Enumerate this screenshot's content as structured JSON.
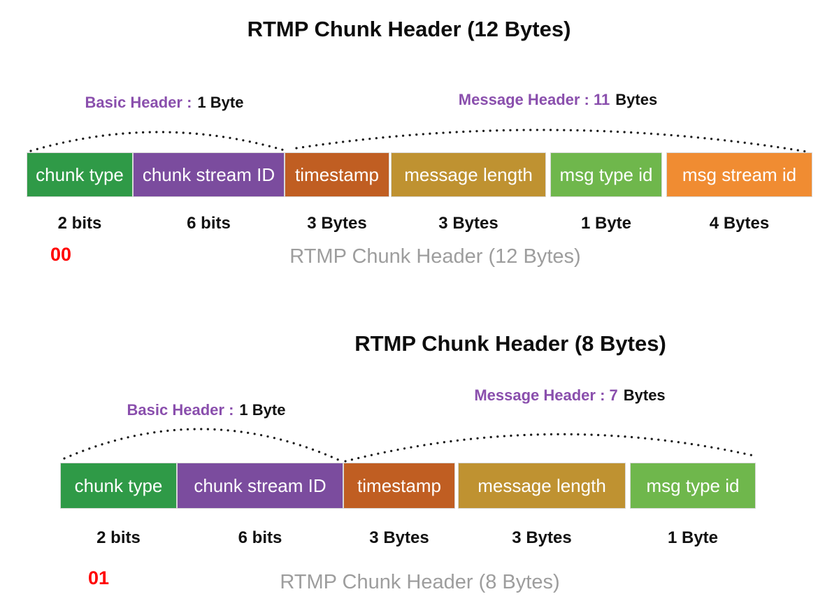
{
  "colors": {
    "chunk_type_green": "#2f9a47",
    "chunk_stream_purple": "#7b4c9e",
    "timestamp_dark_orange": "#c05e22",
    "message_length_gold": "#bf9231",
    "msg_type_light_green": "#6fb74c",
    "msg_stream_orange": "#f08c32",
    "header_purple": "#8a4fad",
    "red": "#ff0000",
    "caption_gray": "#9d9d9d",
    "title_black": "#0d0d0d",
    "arc_dot_black": "#1a1a1a"
  },
  "d12": {
    "title": "RTMP Chunk Header (12 Bytes)",
    "basic_header": {
      "label": "Basic Header :",
      "size": "1 Byte"
    },
    "message_header": {
      "label": "Message Header : 11",
      "size": "Bytes"
    },
    "fields": [
      {
        "label": "chunk type",
        "size": "2 bits",
        "color": "chunk_type_green"
      },
      {
        "label": "chunk stream ID",
        "size": "6 bits",
        "color": "chunk_stream_purple"
      },
      {
        "label": "timestamp",
        "size": "3 Bytes",
        "color": "timestamp_dark_orange"
      },
      {
        "label": "message length",
        "size": "3 Bytes",
        "color": "message_length_gold"
      },
      {
        "label": "msg type id",
        "size": "1 Byte",
        "color": "msg_type_light_green"
      },
      {
        "label": "msg stream id",
        "size": "4 Bytes",
        "color": "msg_stream_orange"
      }
    ],
    "chunk_type_value": "00",
    "caption": "RTMP Chunk Header (12 Bytes)"
  },
  "d8": {
    "title": "RTMP Chunk Header (8 Bytes)",
    "basic_header": {
      "label": "Basic Header :",
      "size": "1 Byte"
    },
    "message_header": {
      "label": "Message Header : 7",
      "size": "Bytes"
    },
    "fields": [
      {
        "label": "chunk type",
        "size": "2 bits",
        "color": "chunk_type_green"
      },
      {
        "label": "chunk stream ID",
        "size": "6 bits",
        "color": "chunk_stream_purple"
      },
      {
        "label": "timestamp",
        "size": "3 Bytes",
        "color": "timestamp_dark_orange"
      },
      {
        "label": "message length",
        "size": "3 Bytes",
        "color": "message_length_gold"
      },
      {
        "label": "msg type id",
        "size": "1 Byte",
        "color": "msg_type_light_green"
      }
    ],
    "chunk_type_value": "01",
    "caption": "RTMP Chunk Header (8 Bytes)"
  }
}
